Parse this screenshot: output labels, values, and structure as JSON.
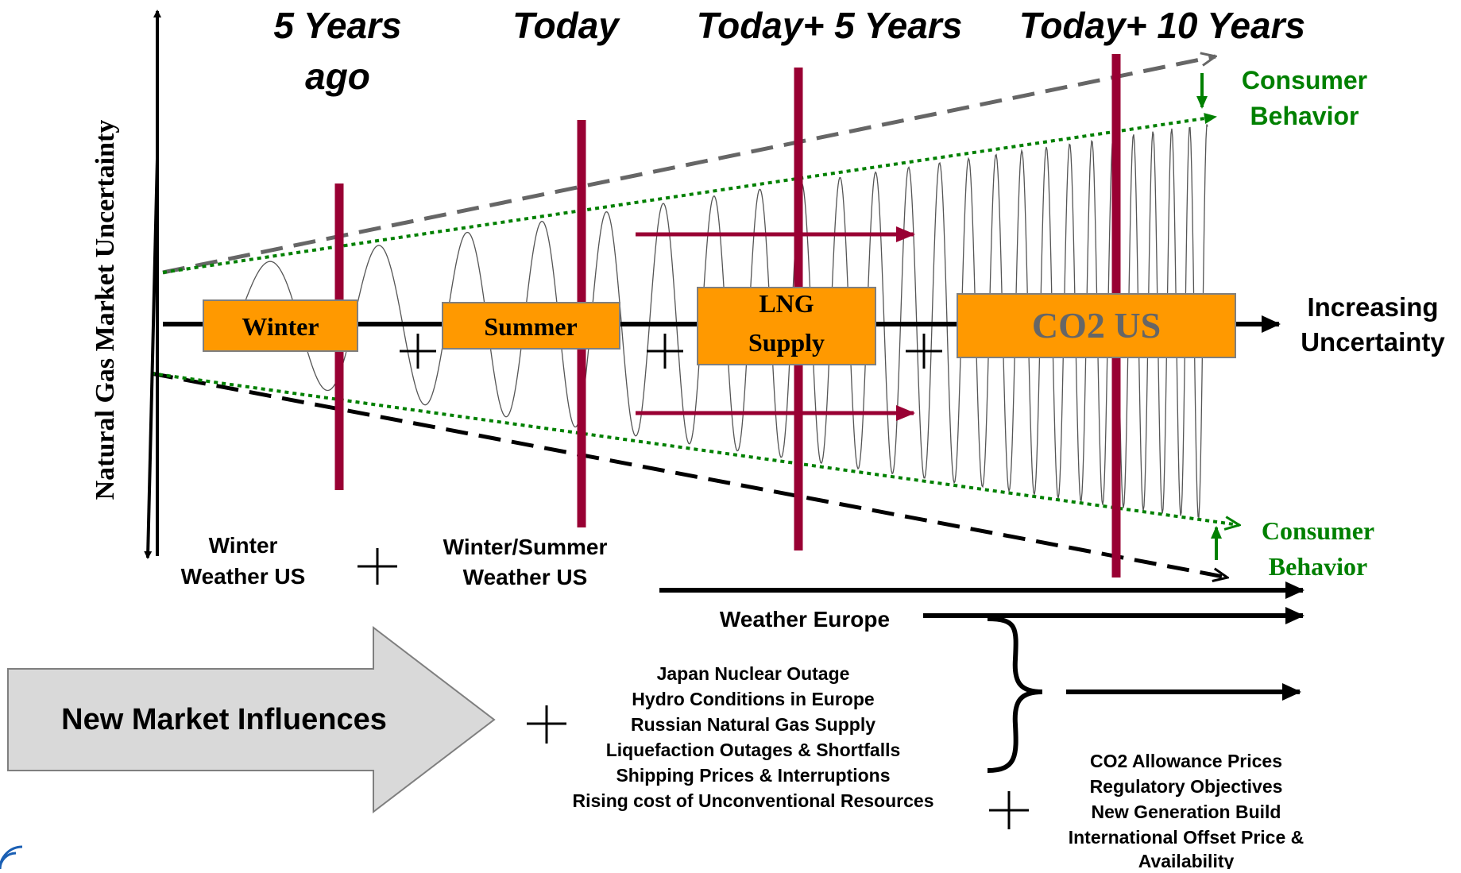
{
  "periods": [
    "5 Years",
    "ago",
    "Today",
    "Today+ 5 Years",
    "Today+ 10 Years"
  ],
  "y_axis_label": "Natural Gas Market Uncertainty",
  "x_axis_label": [
    "Increasing",
    "Uncertainty"
  ],
  "consumer_behavior_top": [
    "Consumer",
    "Behavior"
  ],
  "consumer_behavior_bottom": [
    "Consumer",
    "Behavior"
  ],
  "boxes": {
    "winter": "Winter",
    "summer": "Summer",
    "lng": [
      "LNG",
      "Supply"
    ],
    "co2": "CO2 US"
  },
  "plus_sign": "+",
  "bottom_labels": {
    "winter_weather": [
      "Winter",
      "Weather US"
    ],
    "winter_summer_weather": [
      "Winter/Summer",
      "Weather US"
    ],
    "weather_europe": "Weather Europe"
  },
  "new_market_influences": "New Market Influences",
  "influences_list": [
    "Japan Nuclear Outage",
    "Hydro Conditions in Europe",
    "Russian Natural Gas Supply",
    "Liquefaction Outages & Shortfalls",
    "Shipping Prices & Interruptions",
    "Rising cost of Unconventional Resources"
  ],
  "co2_factors": [
    "CO2 Allowance Prices",
    "Regulatory Objectives",
    "New Generation Build",
    "International Offset Price &",
    "Availability"
  ],
  "colors": {
    "box_fill": "#ff9900",
    "box_border": "#7f7f7f",
    "maroon": "#990033",
    "green": "#008000",
    "grey_dash": "#666666",
    "black": "#000000",
    "arrow_fill": "#d9d9d9",
    "co2_text": "#666666"
  }
}
